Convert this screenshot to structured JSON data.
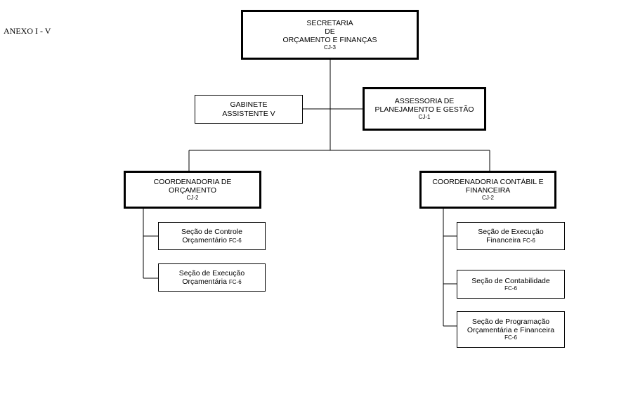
{
  "annex_label": "ANEXO I - V",
  "secretaria": {
    "line1": "SECRETARIA",
    "line2": "DE",
    "line3": "ORÇAMENTO E FINANÇAS",
    "code": "CJ-3"
  },
  "gabinete": {
    "line1": "GABINETE",
    "line2": "ASSISTENTE V"
  },
  "assessoria": {
    "line1": "ASSESSORIA DE",
    "line2": "PLANEJAMENTO E GESTÃO",
    "code": "CJ-1"
  },
  "coord_orcamento": {
    "line1": "COORDENADORIA DE",
    "line2": "ORÇAMENTO",
    "code": "CJ-2"
  },
  "coord_contabil": {
    "line1": "COORDENADORIA CONTÁBIL E",
    "line2": "FINANCEIRA",
    "code": "CJ-2"
  },
  "secao_controle": {
    "line1": "Seção de Controle",
    "line2": "Orçamentário",
    "code": "FC-6"
  },
  "secao_exec_orc": {
    "line1": "Seção de Execução",
    "line2": "Orçamentária",
    "code": "FC-6"
  },
  "secao_exec_fin": {
    "line1": "Seção de Execução",
    "line2": "Financeira",
    "code": "FC-6"
  },
  "secao_contabilidade": {
    "line1": "Seção de Contabilidade",
    "code": "FC-6"
  },
  "secao_programacao": {
    "line1": "Seção de Programação",
    "line2": "Orçamentária e Financeira",
    "code": "FC-6"
  }
}
